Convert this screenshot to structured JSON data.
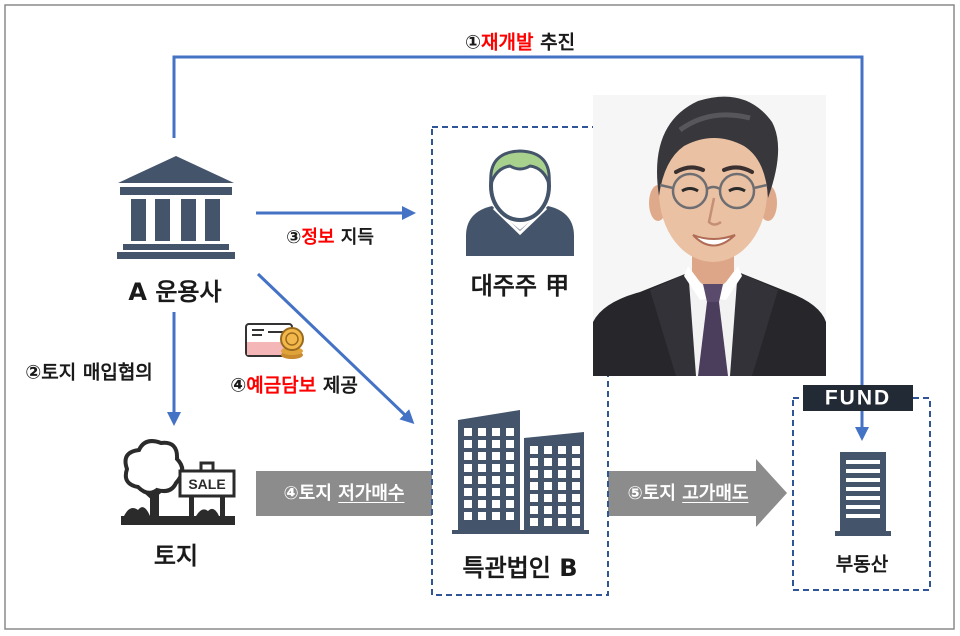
{
  "labels": {
    "redevelopment": {
      "num": "①",
      "highlight": "재개발",
      "rest": " 추진"
    },
    "info_acquired": {
      "num": "③",
      "highlight": "정보",
      "rest": " 지득"
    },
    "land_negotiation": "②토지 매입협의",
    "deposit_collateral": {
      "num": "④",
      "highlight": "예금담보",
      "rest": " 제공"
    },
    "low_price_purchase": {
      "prefix": "④토지 ",
      "underlined": "저가매수"
    },
    "high_price_sale": {
      "prefix": "⑤토지 ",
      "underlined": "고가매도"
    }
  },
  "nodes": {
    "asset_manager": {
      "label": "A 운용사",
      "icon": "bank-icon"
    },
    "major_shareholder": {
      "label": "대주주 甲",
      "icon": "person-icon"
    },
    "related_corporation": {
      "label": "특관법인 B",
      "icon": "office-buildings-icon"
    },
    "land": {
      "label": "토지",
      "icon": "tree-sale-sign-icon",
      "sign_text": "SALE"
    },
    "fund": {
      "badge": "FUND",
      "label": "부동산",
      "icon": "building-icon"
    }
  },
  "icons": {
    "deposit": "bankbook-coin-icon"
  },
  "colors": {
    "flow_arrow": "#4472C4",
    "highlight_text": "#FF0000",
    "transfer_band": "#8C8C8C",
    "dashed_border": "#2F5597",
    "fund_badge": "#222A35",
    "icon_fill": "#44546A",
    "hair_accent": "#A9D18E",
    "label_text": "#1A1A1A"
  }
}
